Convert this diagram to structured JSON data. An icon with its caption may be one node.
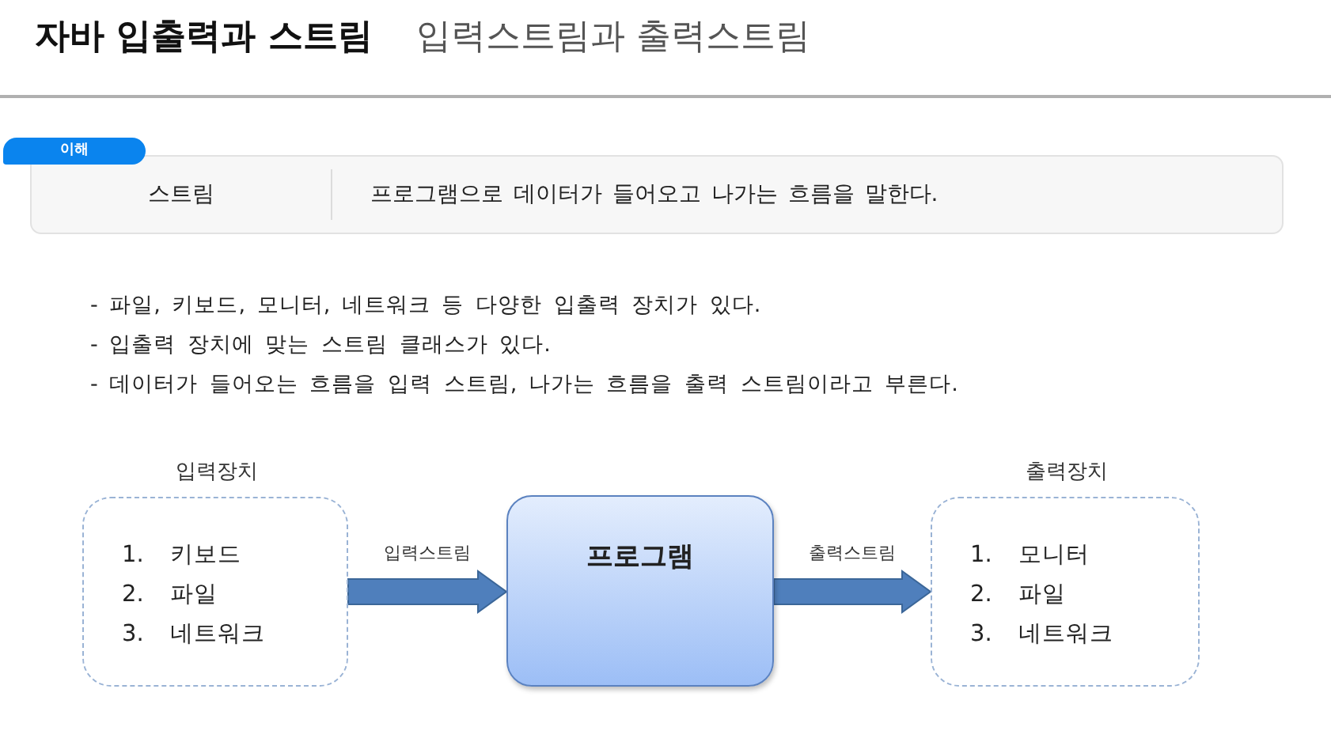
{
  "diagram": {
    "title": "자바 입출력과 스트림",
    "nodes": [
      {
        "text": [
          "이해"
        ]
      },
      {
        "text": [
          "스트림",
          "프로그램으로 데이터가 들어오고 나가는 흐름을 말한다."
        ]
      },
      {
        "text": [
          "입력장치",
          "1. 키보드",
          "2. 파일",
          "3. 네트워크"
        ]
      },
      {
        "text": [
          "프로그램"
        ]
      },
      {
        "text": [
          "출력장치",
          "1. 모니터",
          "2. 파일",
          "3. 네트워크"
        ]
      }
    ],
    "edges": [
      {
        "from": 2,
        "to": 3,
        "arrow": "to",
        "label": "입력스트림"
      },
      {
        "from": 3,
        "to": 4,
        "arrow": "to",
        "label": "출력스트림"
      }
    ],
    "labels": [
      "입력스트림과 출력스트림",
      "- 파일, 키보드, 모니터, 네트워크 등 다양한 입출력 장치가 있다.",
      "- 입출력 장치에 맞는 스트림 클래스가 있다.",
      "- 데이터가 들어오는 흐름을 입력 스트림, 나가는 흐름을 출력 스트림이라고 부른다."
    ]
  }
}
